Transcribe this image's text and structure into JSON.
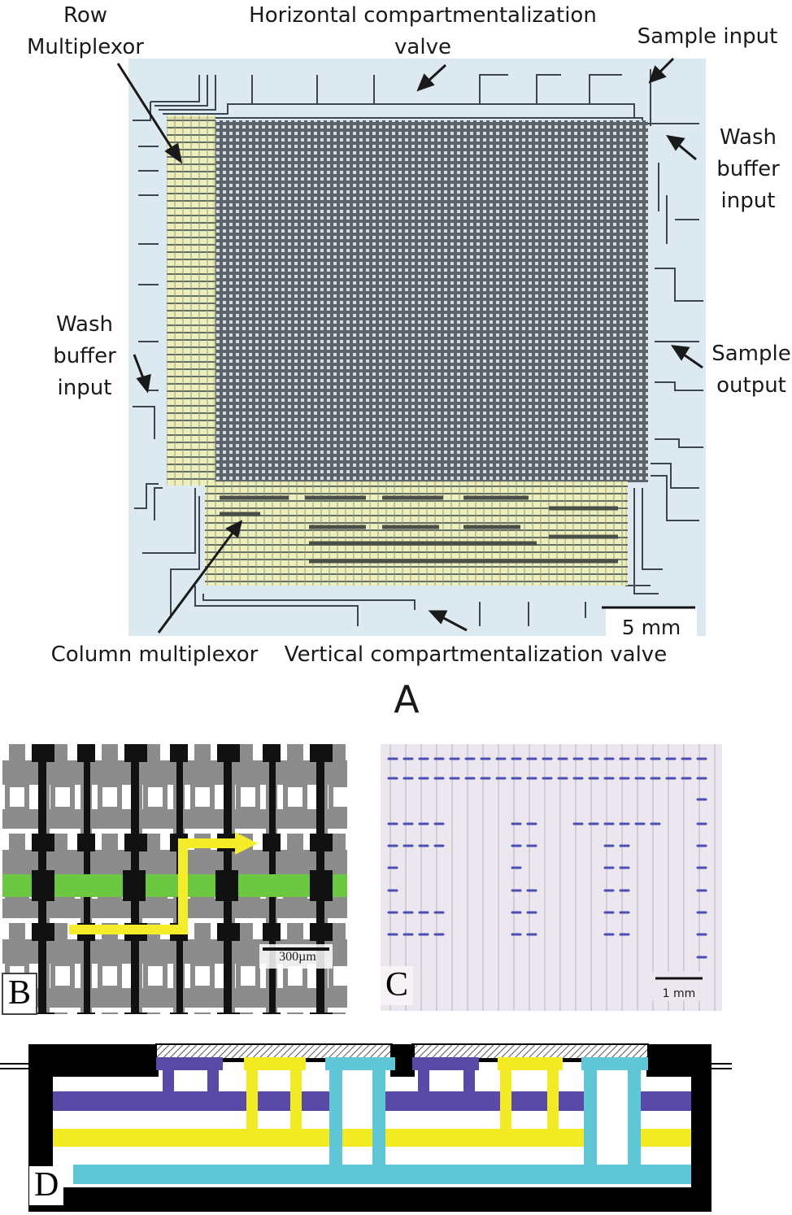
{
  "panel_a": {
    "letter": "A",
    "labels": {
      "row_multiplexor": [
        "Row",
        "Multiplexor"
      ],
      "horizontal_valve": [
        "Horizontal compartmentalization",
        "valve"
      ],
      "sample_input": "Sample input",
      "wash_buffer_input_right": [
        "Wash",
        "buffer",
        "input"
      ],
      "wash_buffer_input_left": [
        "Wash",
        "buffer",
        "input"
      ],
      "sample_output": [
        "Sample",
        "output"
      ],
      "column_multiplexor": "Column multiplexor",
      "vertical_valve": "Vertical compartmentalization valve",
      "scale": "5 mm"
    },
    "colors": {
      "chip_background": "#dce9f0",
      "multiplexor_highlight": "#f0f0b0",
      "channel_line": "#3c4650"
    }
  },
  "panel_b": {
    "letter": "B",
    "scale": "300µm",
    "colors": {
      "path_arrow": "#f5ec2a",
      "row_channel": "#6cc841",
      "valve": "#111111",
      "flow_layer": "#8c8c8c"
    }
  },
  "panel_c": {
    "letter": "C",
    "scale": "1 mm",
    "colors": {
      "dots": "#4b4fb4",
      "background": "#ece7ee"
    }
  },
  "panel_d": {
    "letter": "D",
    "colors": {
      "purple": "#5a4aa8",
      "yellow": "#f2ea22",
      "cyan": "#5fc6d6",
      "frame": "#000000"
    }
  }
}
